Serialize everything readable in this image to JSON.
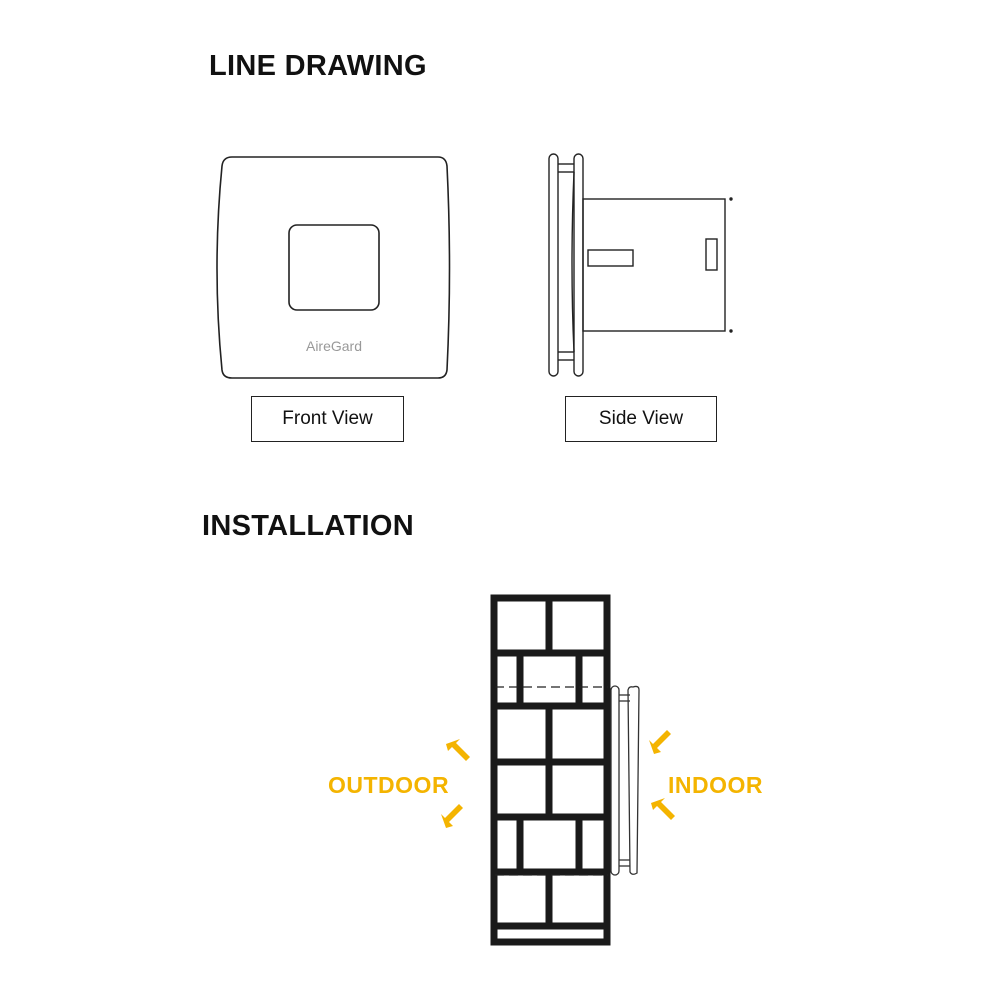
{
  "sections": {
    "line_drawing": "LINE DRAWING",
    "installation": "INSTALLATION"
  },
  "front_view": {
    "brand": "AireGard",
    "label": "Front View"
  },
  "side_view": {
    "label": "Side View"
  },
  "install": {
    "outdoor": "OUTDOOR",
    "indoor": "INDOOR"
  },
  "colors": {
    "accent": "#f4b400",
    "line": "#222222",
    "wall": "#1a1a1a"
  }
}
